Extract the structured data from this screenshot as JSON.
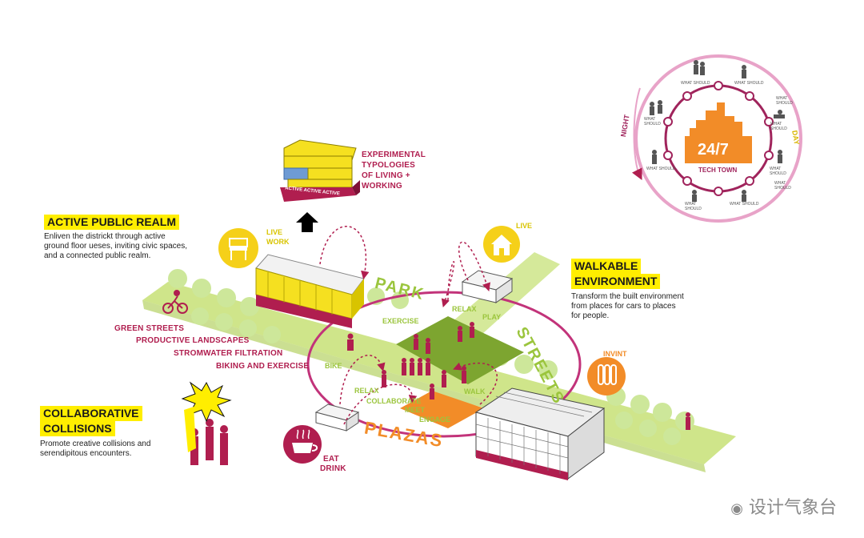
{
  "colors": {
    "magenta": "#b01e4f",
    "yellow": "#ffee00",
    "building_yellow": "#f5e020",
    "green": "#b8d94a",
    "tree": "#cde79a",
    "orange": "#f28c28",
    "pink_ring": "#e8a3c8",
    "plum_ring": "#a0245c"
  },
  "sections": {
    "active_public_realm": {
      "title": "ACTIVE PUBLIC REALM",
      "lines": [
        "Enliven the districkt through active",
        "ground floor ueses, inviting civic spaces,",
        "and a connected public realm."
      ]
    },
    "walkable_environment": {
      "title_line1": "WALKABLE",
      "title_line2": "ENVIRONMENT",
      "lines": [
        "Transform the built environment",
        "from places for cars to places",
        "for people."
      ]
    },
    "collaborative_collisions": {
      "title_line1": "COLLABORATIVE",
      "title_line2": "COLLISIONS",
      "lines": [
        "Promote creative collisions and",
        "serendipitous encounters."
      ]
    },
    "experimental": {
      "lines": [
        "EXPERIMENTAL",
        "TYPOLOGIES",
        "OF LIVING +",
        "WORKING"
      ],
      "active_labels": [
        "ACTIVE",
        "ACTIVE",
        "ACTIVE"
      ]
    }
  },
  "street_list": [
    "GREEN STREETS",
    "PRODUCTIVE LANDSCAPES",
    "STROMWATER FILTRATION",
    "BIKING AND EXERCISE"
  ],
  "big_words": {
    "park": "PARK",
    "streets": "STREETS",
    "plazas": "PLAZAS"
  },
  "activities": {
    "exercise": "EXERCISE",
    "relax_top": "RELAX",
    "play": "PLAY",
    "bike": "BIKE",
    "relax_low": "RELAX",
    "collaborate": "COLLABORATE",
    "walk": "WALK",
    "meet": "MEET",
    "engage": "ENGAGE"
  },
  "icons": {
    "live_work": {
      "line1": "LIVE",
      "line2": "WORK",
      "icon": "chair-icon"
    },
    "live": {
      "label": "LIVE",
      "icon": "house-icon"
    },
    "invent": {
      "label": "INVINT",
      "icon": "test-tubes-icon"
    },
    "eat_drink": {
      "line1": "EAT",
      "line2": "DRINK",
      "icon": "coffee-cup-icon"
    }
  },
  "clock": {
    "center": "24/7",
    "subtitle": "TECH TOWN",
    "night": "NIGHT",
    "day": "DAY",
    "node_labels": [
      "WHAT SHOULD",
      "WHAT SHOULD",
      "WHAT SHOULD",
      "WHAT SHOULD",
      "WHAT SHOULD",
      "WHAT SHOULD",
      "WHAT SHOULD",
      "WHAT SHOULD",
      "WHAT SHOULD",
      "WHAT SHOULD"
    ]
  },
  "watermark": "设计气象台"
}
